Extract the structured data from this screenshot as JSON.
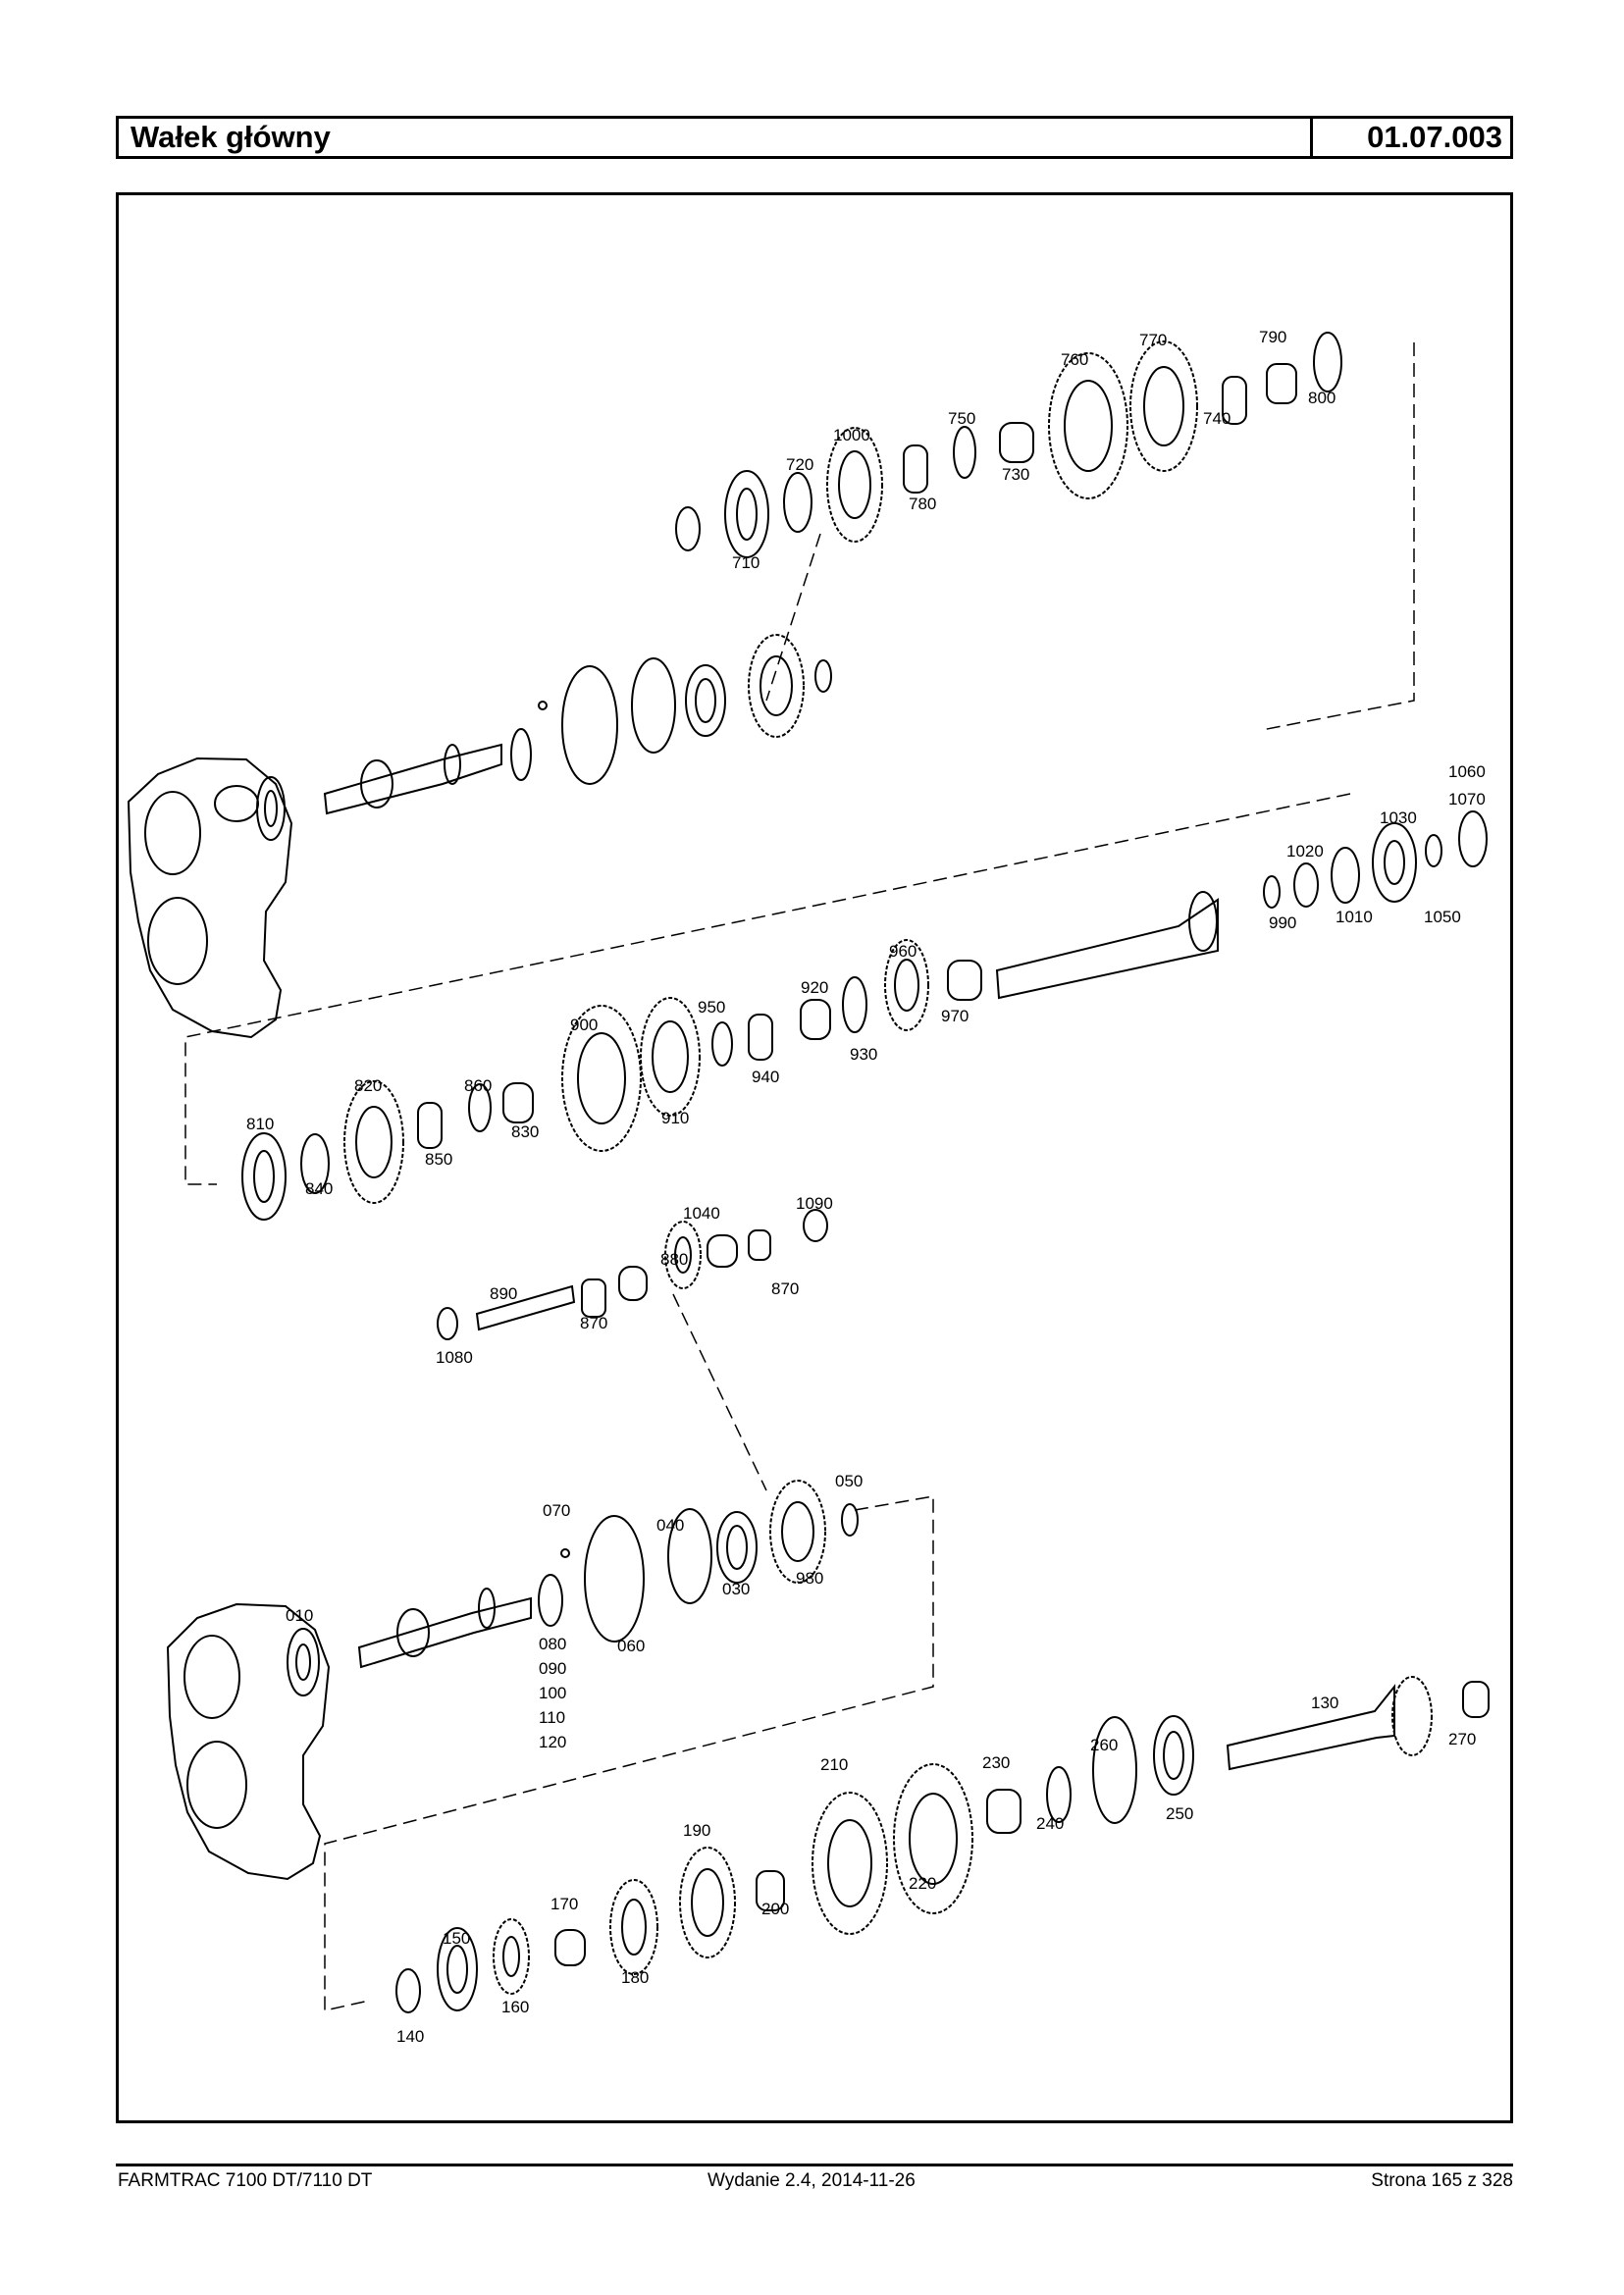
{
  "header": {
    "title": "Wałek główny",
    "code": "01.07.003"
  },
  "footer": {
    "model": "FARMTRAC 7100 DT/7110 DT",
    "edition": "Wydanie 2.4,  2014-11-26",
    "page": "Strona 165 z 328"
  },
  "diagram": {
    "callouts": [
      "710",
      "720",
      "1000",
      "780",
      "750",
      "730",
      "760",
      "770",
      "740",
      "790",
      "800",
      "1060",
      "1070",
      "1030",
      "1020",
      "990",
      "1010",
      "1050",
      "960",
      "920",
      "970",
      "950",
      "930",
      "900",
      "940",
      "910",
      "820",
      "860",
      "830",
      "810",
      "840",
      "850",
      "1040",
      "1090",
      "880",
      "870",
      "890",
      "870",
      "1080",
      "070",
      "040",
      "050",
      "980",
      "030",
      "010",
      "080",
      "090",
      "100",
      "110",
      "120",
      "060",
      "130",
      "270",
      "260",
      "250",
      "230",
      "240",
      "210",
      "220",
      "190",
      "200",
      "170",
      "180",
      "150",
      "160",
      "140"
    ]
  }
}
